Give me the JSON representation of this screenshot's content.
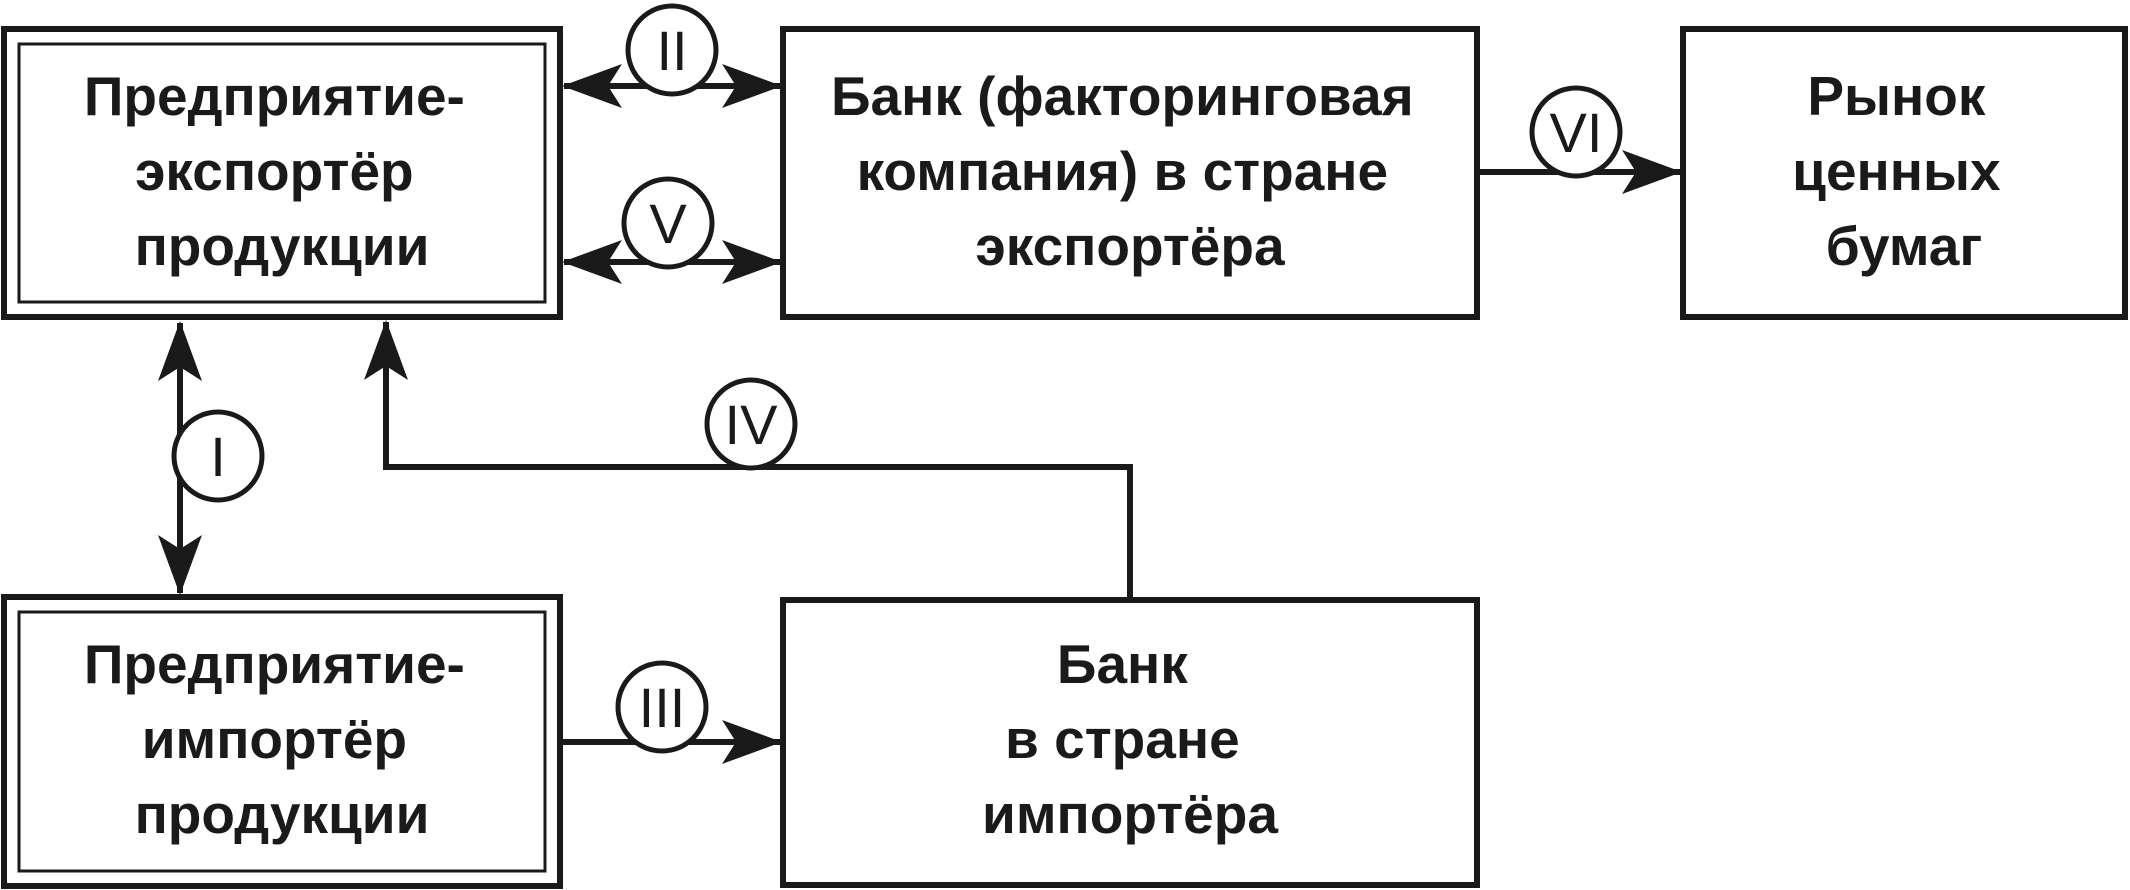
{
  "colors": {
    "stroke": "#1a1a1a",
    "background": "#ffffff"
  },
  "boxes": {
    "exporter": [
      "Предприятие-",
      "экспортёр",
      "продукции"
    ],
    "bank_exporter": [
      "Банк (факторинговая",
      "компания) в стране",
      "экспортёра"
    ],
    "securities_market": [
      "Рынок",
      "ценных",
      "бумаг"
    ],
    "importer": [
      "Предприятие-",
      "импортёр",
      "продукции"
    ],
    "bank_importer": [
      "Банк",
      "в стране",
      "импортёра"
    ]
  },
  "flows": {
    "I": "I",
    "II": "II",
    "III": "III",
    "IV": "IV",
    "V": "V",
    "VI": "VI"
  }
}
